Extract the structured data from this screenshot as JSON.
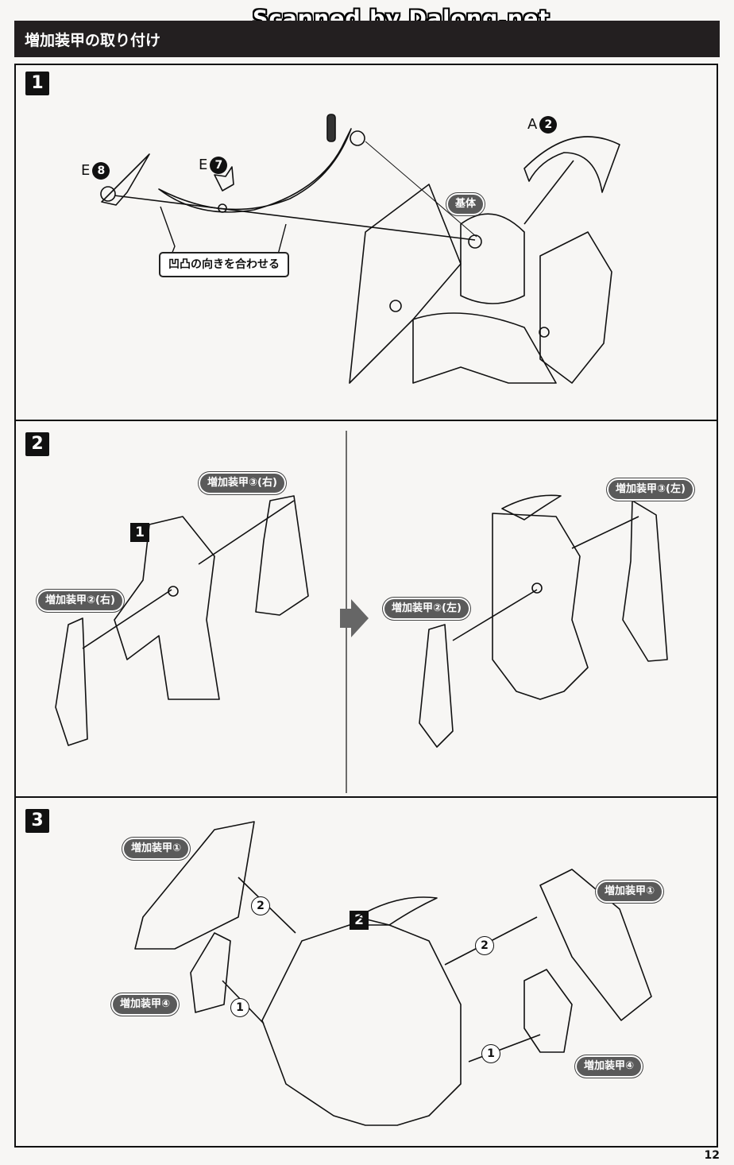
{
  "watermark": "Scanned by Dalong.net",
  "header": {
    "title": "増加装甲の取り付け"
  },
  "steps": [
    {
      "number": "1",
      "parts": [
        {
          "letter": "E",
          "num": "8"
        },
        {
          "letter": "E",
          "num": "7"
        },
        {
          "letter": "A",
          "num": "2"
        }
      ],
      "base_label": "基体",
      "note": "凹凸の向きを合わせる"
    },
    {
      "number": "2",
      "ref_step": "1",
      "labels": [
        "増加装甲③(右)",
        "増加装甲②(右)",
        "増加装甲③(左)",
        "増加装甲②(左)"
      ]
    },
    {
      "number": "3",
      "ref_step": "2",
      "labels": [
        "増加装甲①",
        "増加装甲④",
        "増加装甲①",
        "増加装甲④"
      ],
      "order": [
        "2",
        "1",
        "2",
        "1"
      ]
    }
  ],
  "page_number": "12",
  "colors": {
    "header_bg": "#231f20",
    "pill_bg": "#5a5a5a",
    "line_art": "#111111"
  }
}
